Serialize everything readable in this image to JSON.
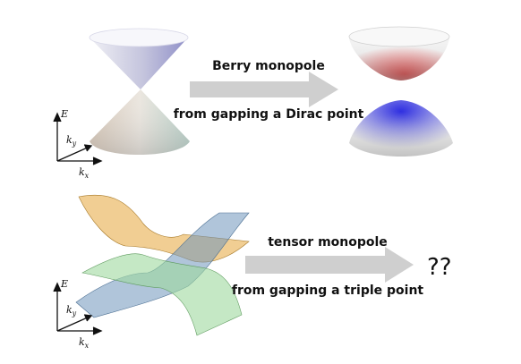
{
  "top": {
    "arrow_label_1": "Berry monopole",
    "arrow_label_2": "from gapping a Dirac point"
  },
  "bottom": {
    "arrow_label_1": "tensor monopole",
    "arrow_label_2": "from gapping a triple point",
    "result": "??"
  },
  "axes": {
    "e_label": "E",
    "k": "k",
    "ky_sub": "y",
    "kx_sub": "x"
  },
  "colors": {
    "arrow": "#cfcfcf",
    "upper_red": "#e02020",
    "lower_blue": "#2020e0",
    "cone_gray": "#a8a8a8",
    "cone_blue": "#8f8fc8",
    "sheet_orange": "#e8b050",
    "sheet_steel": "#7fa0c0",
    "sheet_green": "#9ed89e"
  }
}
